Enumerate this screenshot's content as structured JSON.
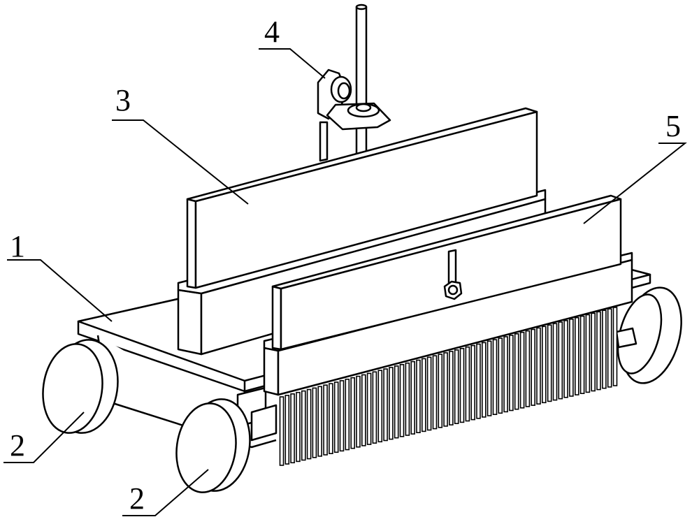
{
  "labels": [
    {
      "id": "body",
      "text": "1"
    },
    {
      "id": "wheel-front-left",
      "text": "2"
    },
    {
      "id": "wheel-front-right",
      "text": "2"
    },
    {
      "id": "rear-board",
      "text": "3"
    },
    {
      "id": "handle-clamp",
      "text": "4"
    },
    {
      "id": "brush-board",
      "text": "5"
    }
  ],
  "colors": {
    "line": "#000000",
    "fill": "#ffffff"
  }
}
